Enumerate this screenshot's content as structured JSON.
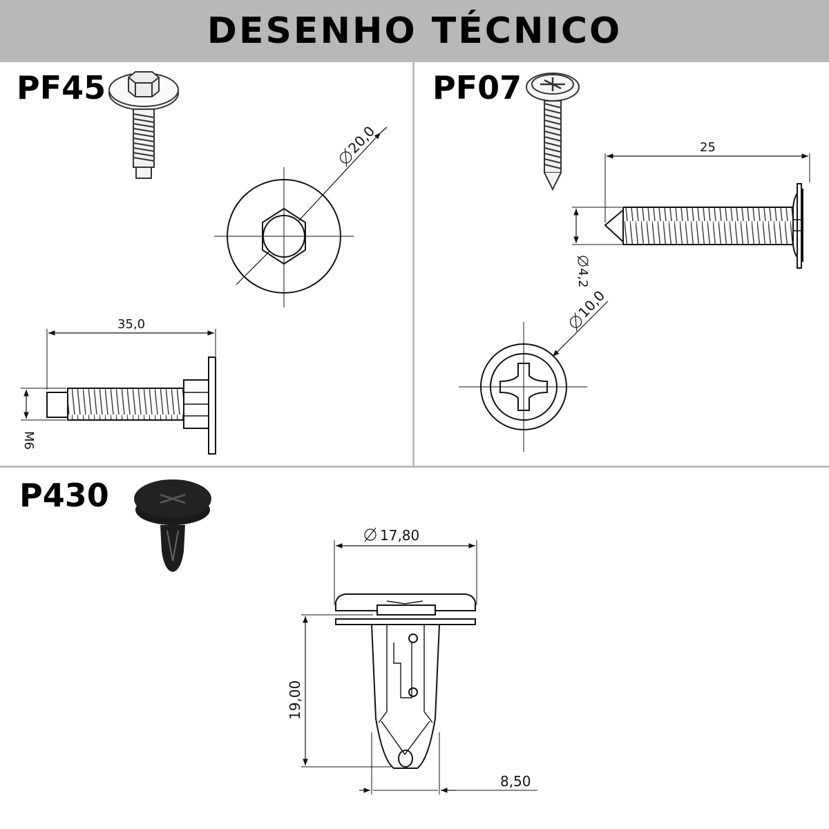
{
  "header": {
    "title": "DESENHO TÉCNICO",
    "background": "#b8b8b8"
  },
  "parts": [
    {
      "code": "PF45",
      "dims": {
        "diameter": "20,0",
        "length": "35,0",
        "thread": "M6"
      }
    },
    {
      "code": "PF07",
      "dims": {
        "length": "25",
        "shank": "4,2",
        "diameter": "10,0"
      }
    },
    {
      "code": "P430",
      "dims": {
        "diameter": "17,80",
        "height": "19,00",
        "body": "8,50"
      }
    }
  ]
}
